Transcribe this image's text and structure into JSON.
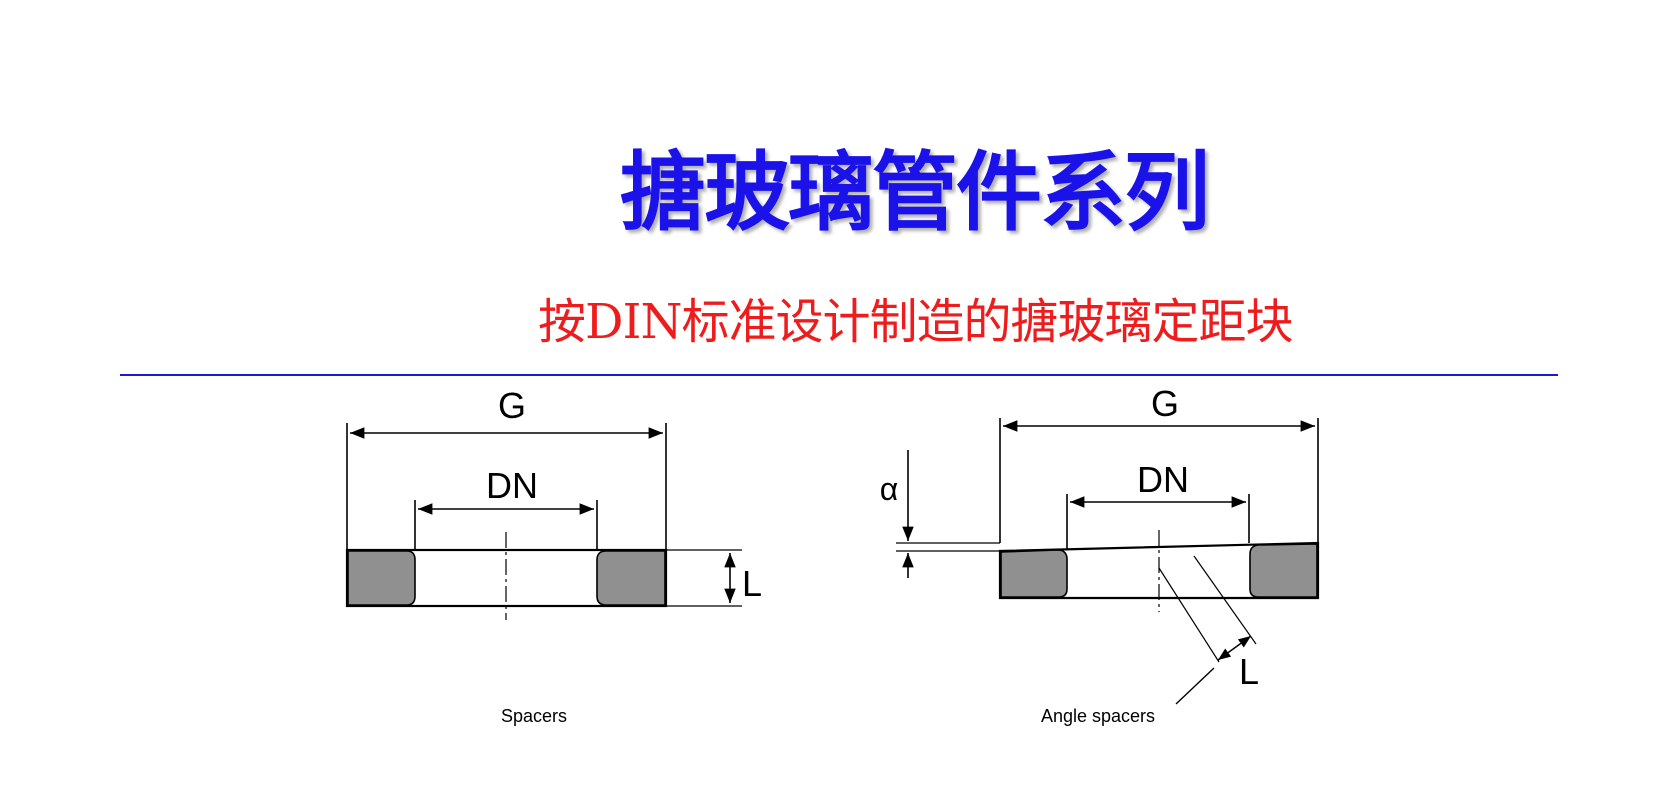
{
  "header": {
    "title": "搪玻璃管件系列",
    "subtitle": "按DIN标准设计制造的搪玻璃定距块"
  },
  "colors": {
    "title": "#1a12e8",
    "subtitle": "#ee1c1c",
    "rule": "#1a1ad0",
    "spacer_fill": "#909090",
    "line": "#000000"
  },
  "spacers_diagram": {
    "caption": "Spacers",
    "label_g": "G",
    "label_dn": "DN",
    "label_l": "L"
  },
  "angle_spacers_diagram": {
    "caption": "Angle spacers",
    "label_g": "G",
    "label_dn": "DN",
    "label_l": "L",
    "label_alpha": "α"
  }
}
